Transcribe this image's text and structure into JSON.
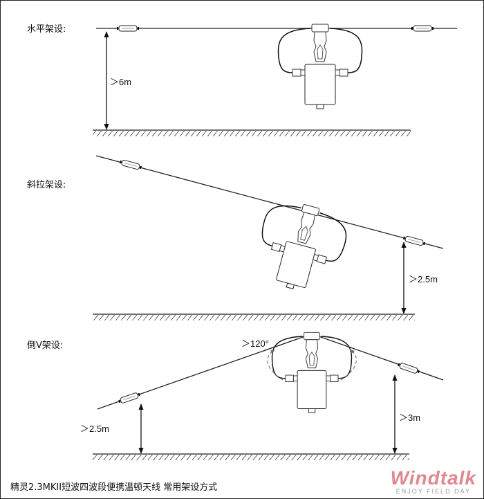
{
  "sections": [
    {
      "title": "水平架设:",
      "height_label": "＞6m"
    },
    {
      "title": "斜拉架设:",
      "height_label": "＞2.5m"
    },
    {
      "title": "倒V架设:",
      "height_label_left": "＞2.5m",
      "height_label_right": "＞3m",
      "angle_label": "＞120°"
    }
  ],
  "caption": "精灵2.3MKII短波四波段便携温顿天线 常用架设方式",
  "logo": {
    "name": "Windtalk",
    "tagline": "ENJOY FIELD DAY",
    "color": "#e08890"
  }
}
